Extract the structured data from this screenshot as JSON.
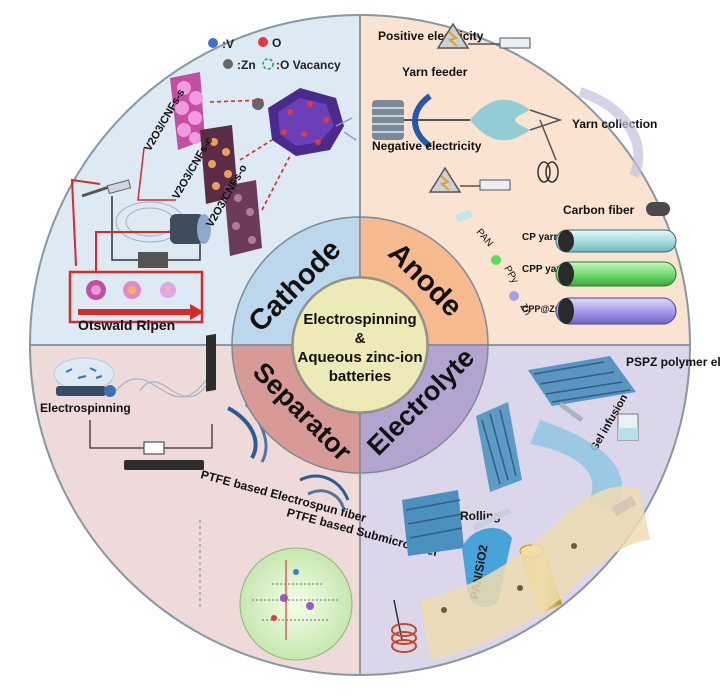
{
  "center": {
    "line1": "Electrospinning",
    "line2": "&",
    "line3": "Aqueous zinc-ion",
    "line4": "batteries"
  },
  "ring": {
    "cathode": "Cathode",
    "anode": "Anode",
    "separator": "Separator",
    "electrolyte": "Electrolyte"
  },
  "cathode_panel": {
    "legend_v": ":V",
    "legend_o": "O",
    "legend_zn": ":Zn",
    "legend_vacancy": ":O Vacancy",
    "label_s": "V2O3/CNFs-s",
    "label_c": "V2O3/CNFs-c",
    "label_o": "V2O3/CNFs-o",
    "ripening": "Otswald Ripen"
  },
  "anode_panel": {
    "positive": "Positive electricity",
    "negative": "Negative electricity",
    "feeder": "Yarn feeder",
    "collection": "Yarn collection",
    "carbon_fiber": "Carbon fiber",
    "pan": "PAN",
    "ppy": "PPy",
    "zn": "Zn",
    "cp": "CP yarn",
    "cpp": "CPP yarn",
    "cppzn": "CPP@Zn yarn"
  },
  "separator_panel": {
    "electrospinning": "Electrospinning",
    "ptfe_fiber": "PTFE based Electrospun fiber",
    "ptfe_submicro": "PTFE based Submicro fiber"
  },
  "electrolyte_panel": {
    "pspz": "PSPZ polymer electrolyte",
    "gel_infusion": "Gel infusion",
    "rolling": "Rolling",
    "pan_sio2": "PAN/SiO2"
  },
  "colors": {
    "cathode_bg": "#dde9f3",
    "anode_bg": "#fbe3d2",
    "separator_bg": "#efdada",
    "electrolyte_bg": "#dcd6ea",
    "ring_cathode": "#bcd6ec",
    "ring_anode": "#f7b98f",
    "ring_separator": "#d79a97",
    "ring_electrolyte": "#b3a4cf",
    "center": "#eeeab8",
    "divider": "#8e98a2"
  }
}
